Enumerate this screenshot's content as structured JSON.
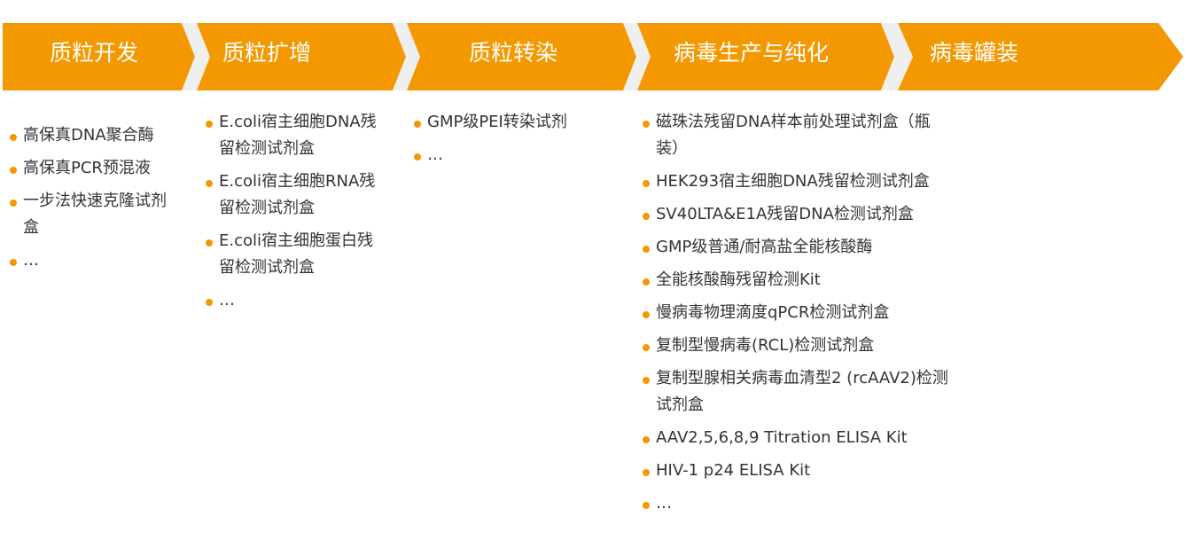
{
  "colors": {
    "accent": "#F39800",
    "separator": "#EFEFEF",
    "text": "#333333"
  },
  "stages": [
    {
      "label": "质粒开发"
    },
    {
      "label": "质粒扩增"
    },
    {
      "label": "质粒转染"
    },
    {
      "label": "病毒生产与纯化"
    },
    {
      "label": "病毒罐装"
    }
  ],
  "columns": [
    {
      "items": [
        {
          "lines": [
            "高保真DNA聚合酶"
          ]
        },
        {
          "lines": [
            "高保真PCR预混液"
          ]
        },
        {
          "lines": [
            "一步法快速克隆试剂",
            "盒"
          ]
        },
        {
          "lines": [
            "…"
          ]
        }
      ]
    },
    {
      "items": [
        {
          "lines": [
            "E.coli宿主细胞DNA残",
            "留检测试剂盒"
          ]
        },
        {
          "lines": [
            "E.coli宿主细胞RNA残",
            "留检测试剂盒"
          ]
        },
        {
          "lines": [
            "E.coli宿主细胞蛋白残",
            "留检测试剂盒"
          ]
        },
        {
          "lines": [
            "…"
          ]
        }
      ]
    },
    {
      "items": [
        {
          "lines": [
            "GMP级PEI转染试剂"
          ]
        },
        {
          "lines": [
            "…"
          ]
        }
      ]
    },
    {
      "items": [
        {
          "lines": [
            "磁珠法残留DNA样本前处理试剂盒（瓶",
            "装）"
          ]
        },
        {
          "lines": [
            "HEK293宿主细胞DNA残留检测试剂盒"
          ]
        },
        {
          "lines": [
            "SV40LTA&E1A残留DNA检测试剂盒"
          ]
        },
        {
          "lines": [
            "GMP级普通/耐高盐全能核酸酶"
          ]
        },
        {
          "lines": [
            "全能核酸酶残留检测Kit"
          ]
        },
        {
          "lines": [
            "慢病毒物理滴度qPCR检测试剂盒"
          ]
        },
        {
          "lines": [
            "复制型慢病毒(RCL)检测试剂盒"
          ]
        },
        {
          "lines": [
            "复制型腺相关病毒血清型2 (rcAAV2)检测",
            "试剂盒"
          ]
        },
        {
          "lines": [
            "AAV2,5,6,8,9 Titration ELISA Kit"
          ]
        },
        {
          "lines": [
            "HIV-1 p24 ELISA Kit"
          ]
        },
        {
          "lines": [
            "…"
          ]
        }
      ]
    }
  ]
}
